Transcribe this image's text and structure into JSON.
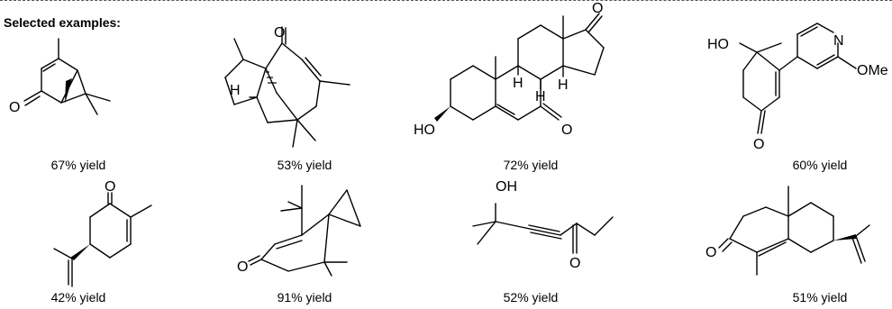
{
  "header": "Selected examples:",
  "examples": [
    {
      "yield": "67% yield",
      "atoms": [
        "O"
      ]
    },
    {
      "yield": "53% yield",
      "atoms": [
        "O",
        "H"
      ]
    },
    {
      "yield": "72% yield",
      "atoms": [
        "O",
        "HO",
        "O",
        "H",
        "H",
        "H"
      ]
    },
    {
      "yield": "60% yield",
      "atoms": [
        "HO",
        "N",
        "OMe",
        "O"
      ]
    },
    {
      "yield": "42% yield",
      "atoms": [
        "O"
      ]
    },
    {
      "yield": "91% yield",
      "atoms": [
        "O"
      ]
    },
    {
      "yield": "52% yield",
      "atoms": [
        "OH",
        "O"
      ]
    },
    {
      "yield": "51% yield",
      "atoms": [
        "O"
      ]
    }
  ]
}
